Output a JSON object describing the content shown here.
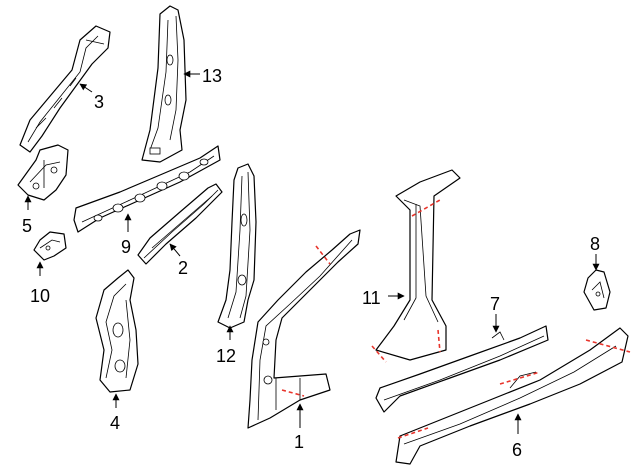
{
  "colors": {
    "line": "#000000",
    "cut_line": "#e8352c",
    "background": "#ffffff"
  },
  "callouts": [
    {
      "id": "part-1",
      "number": "1"
    },
    {
      "id": "part-2",
      "number": "2"
    },
    {
      "id": "part-3",
      "number": "3"
    },
    {
      "id": "part-4",
      "number": "4"
    },
    {
      "id": "part-5",
      "number": "5"
    },
    {
      "id": "part-6",
      "number": "6"
    },
    {
      "id": "part-7",
      "number": "7"
    },
    {
      "id": "part-8",
      "number": "8"
    },
    {
      "id": "part-9",
      "number": "9"
    },
    {
      "id": "part-10",
      "number": "10"
    },
    {
      "id": "part-11",
      "number": "11"
    },
    {
      "id": "part-12",
      "number": "12"
    },
    {
      "id": "part-13",
      "number": "13"
    }
  ]
}
